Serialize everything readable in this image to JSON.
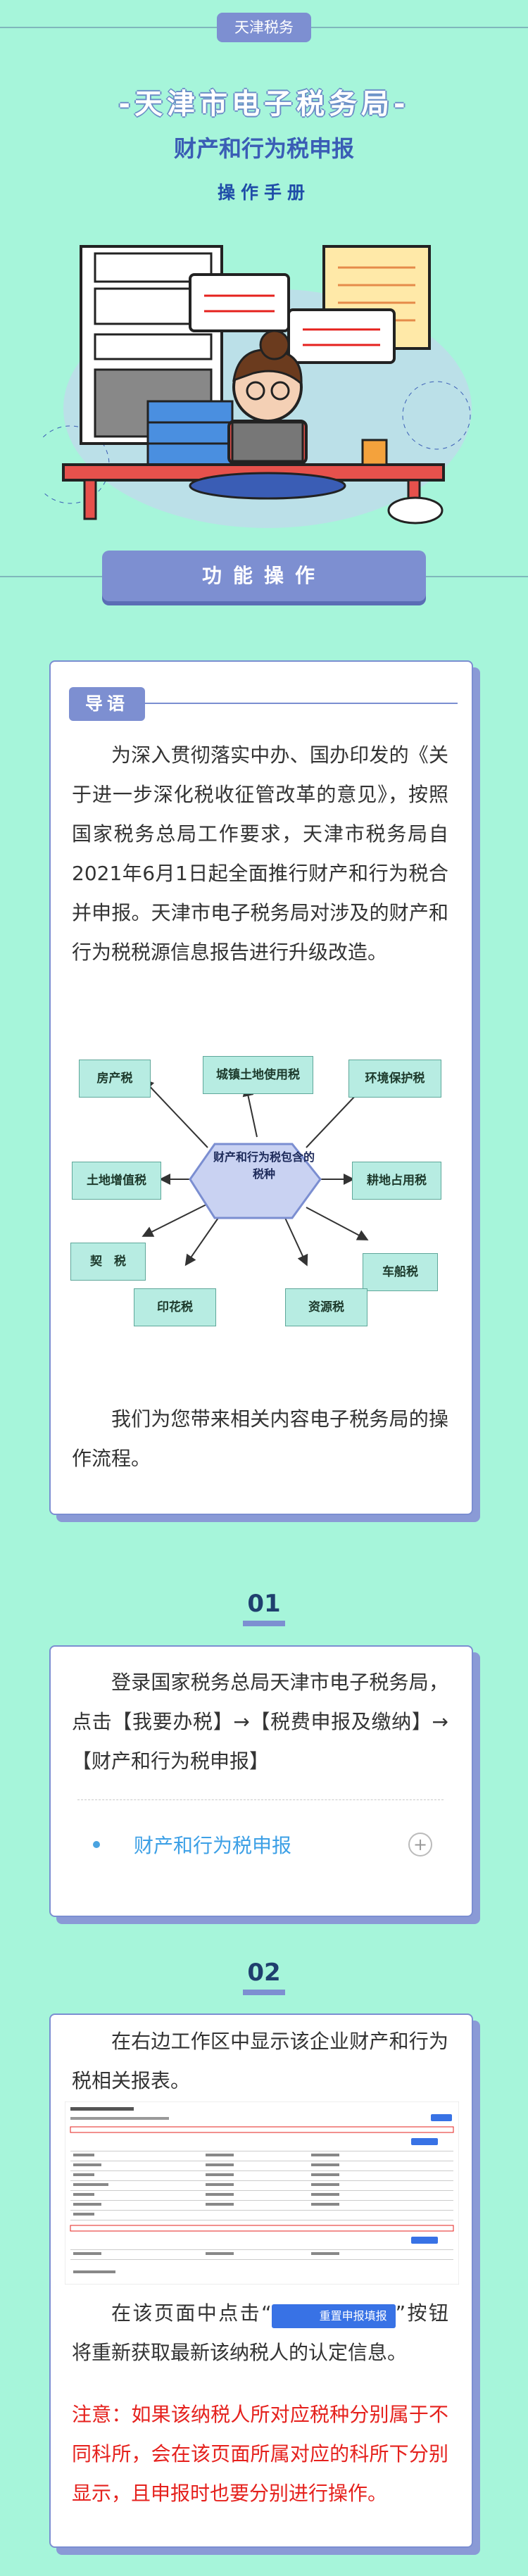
{
  "header": {
    "tag": "天津税务",
    "main_title": "-天津市电子税务局-",
    "sub_title": "财产和行为税申报",
    "manual": "操作手册"
  },
  "section": {
    "banner": "功能操作"
  },
  "intro": {
    "badge": "导语",
    "paragraph": "为深入贯彻落实中办、国办印发的《关于进一步深化税收征管改革的意见》，按照国家税务总局工作要求，天津市税务局自2021年6月1日起全面推行财产和行为税合并申报。天津市电子税务局对涉及的财产和行为税税源信息报告进行升级改造。",
    "center_label": "财产和行为税包含的税种",
    "taxes": [
      "房产税",
      "城镇土地使用税",
      "环境保护税",
      "土地增值税",
      "耕地占用税",
      "契　税",
      "车船税",
      "印花税",
      "资源税"
    ],
    "closing": "我们为您带来相关内容电子税务局的操作流程。"
  },
  "step1": {
    "num": "01",
    "text": "登录国家税务总局天津市电子税务局，点击【我要办税】→【税费申报及缴纳】→【财产和行为税申报】",
    "menu_item": "财产和行为税申报"
  },
  "step2": {
    "num": "02",
    "text1": "在右边工作区中显示该企业财产和行为税相关报表。",
    "text2_pre": "在该页面中点击“",
    "button": "重置申报填报",
    "text2_post": "”按钮将重新获取最新该纳税人的认定信息。",
    "note": "注意：如果该纳税人所对应税种分别属于不同科所，会在该页面所属对应的科所下分别显示，且申报时也要分别进行操作。"
  },
  "colors": {
    "bg": "#a6f5da",
    "accent": "#7d8fd1",
    "title_blue": "#3a5db5",
    "red": "#e5211d"
  }
}
